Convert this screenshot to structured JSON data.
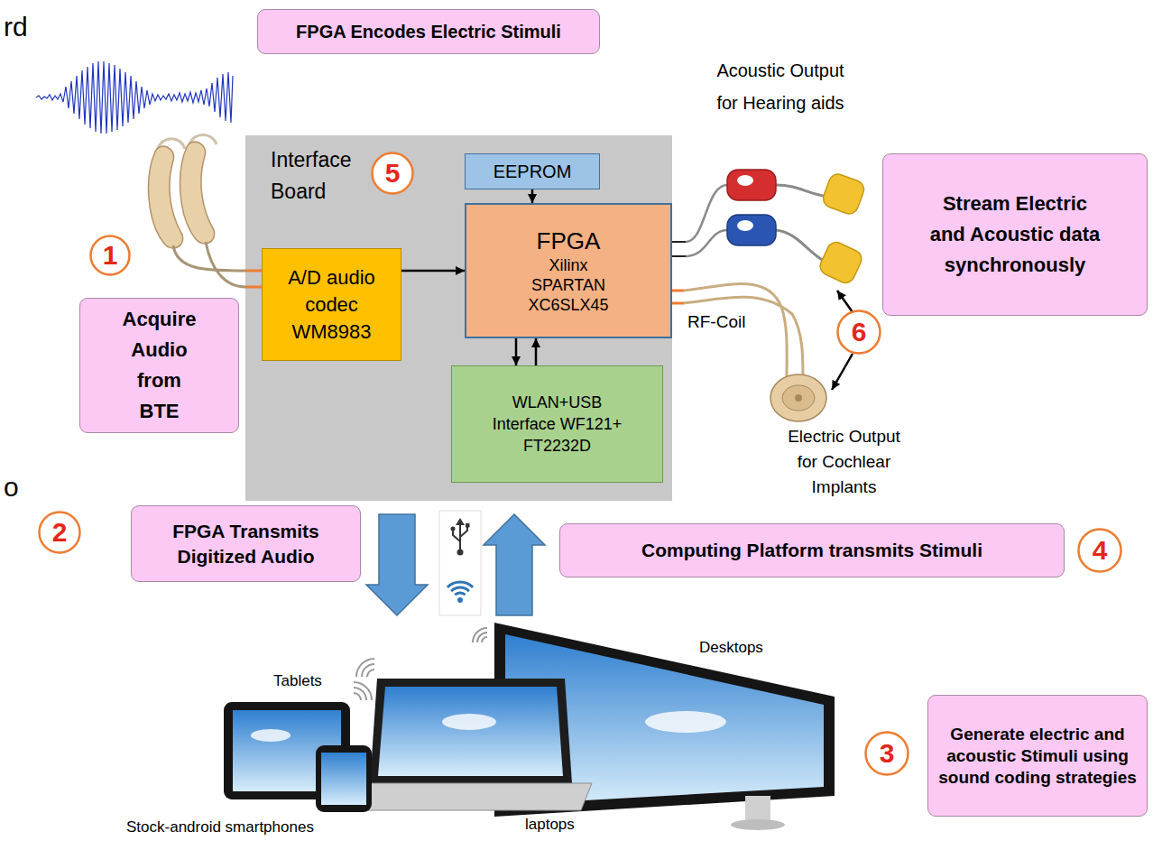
{
  "diagram": {
    "nodes": [
      {
        "text": [
          "FPGA Encodes Electric Stimuli"
        ]
      },
      {
        "text": [
          "Interface Board"
        ]
      },
      {
        "text": [
          "5"
        ],
        "in": 1
      },
      {
        "text": [
          "EEPROM"
        ],
        "in": 1
      },
      {
        "text": [
          "A/D audio codec WM8983"
        ],
        "in": 1
      },
      {
        "text": [
          "FPGA",
          "Xilinx SPARTAN XC6SLX45"
        ],
        "in": 1
      },
      {
        "text": [
          "WLAN+USB Interface WF121+ FT2232D"
        ],
        "in": 1
      },
      {
        "text": [
          "1"
        ]
      },
      {
        "text": [
          "Acquire Audio from BTE"
        ]
      },
      {
        "text": [
          "Stream Electric and Acoustic data synchronously"
        ]
      },
      {
        "text": [
          "6"
        ]
      },
      {
        "text": [
          "2"
        ]
      },
      {
        "text": [
          "FPGA Transmits Digitized Audio"
        ]
      },
      {
        "text": [
          "Computing Platform transmits Stimuli"
        ]
      },
      {
        "text": [
          "4"
        ]
      },
      {
        "text": [
          "3"
        ]
      },
      {
        "text": [
          "Generate electric and acoustic Stimuli using sound coding strategies"
        ]
      }
    ],
    "edges": [
      {
        "from": 3,
        "to": 5,
        "arrow": "to"
      },
      {
        "from": 4,
        "to": 5,
        "arrow": "to"
      },
      {
        "from": 5,
        "to": 6,
        "arrow": "to"
      },
      {
        "from": 6,
        "to": 5,
        "arrow": "to"
      }
    ],
    "labels": [
      "rd",
      "o",
      "Acoustic Output for Hearing aids",
      "RF-Coil",
      "Electric Output for Cochlear Implants",
      "Tablets",
      "Desktops",
      "Stock-android smartphones",
      "laptops"
    ]
  }
}
